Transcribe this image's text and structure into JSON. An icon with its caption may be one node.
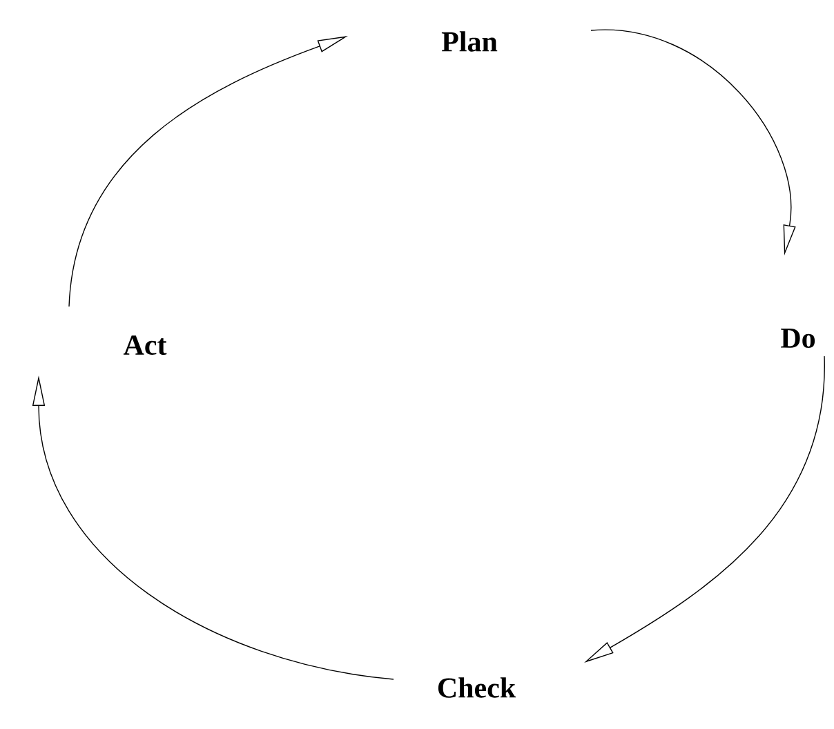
{
  "diagram": {
    "nodes": [
      {
        "text": [
          "Plan"
        ]
      },
      {
        "text": [
          "Do"
        ]
      },
      {
        "text": [
          "Check"
        ]
      },
      {
        "text": [
          "Act"
        ]
      }
    ],
    "edges": [
      {
        "from": 0,
        "to": 1,
        "arrow": "to"
      },
      {
        "from": 1,
        "to": 2,
        "arrow": "to"
      },
      {
        "from": 2,
        "to": 3,
        "arrow": "to"
      },
      {
        "from": 3,
        "to": 0,
        "arrow": "to"
      }
    ]
  }
}
